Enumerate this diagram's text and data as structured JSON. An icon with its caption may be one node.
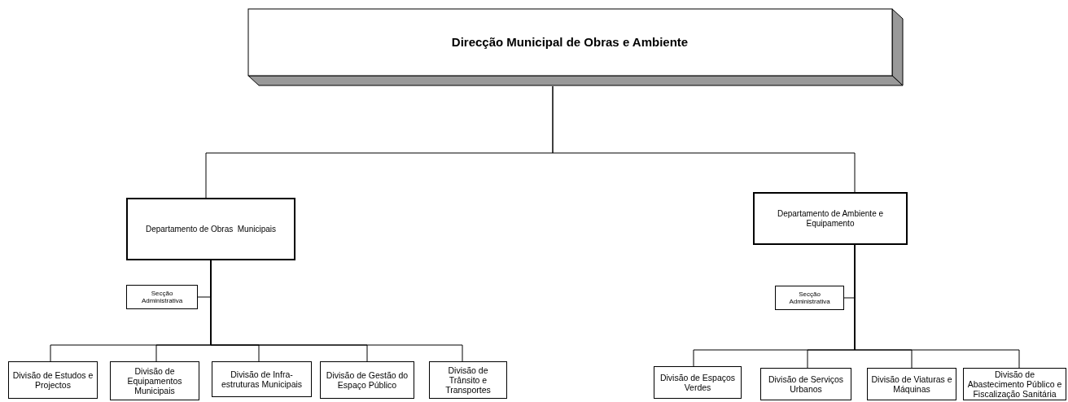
{
  "diagram": {
    "nodes": [
      {
        "text": [
          "Direcção Municipal de Obras e Ambiente"
        ]
      },
      {
        "text": [
          "Departamento de Obras  Municipais"
        ]
      },
      {
        "text": [
          "Secção Administrativa"
        ]
      },
      {
        "text": [
          "Divisão de Estudos e Projectos"
        ]
      },
      {
        "text": [
          "Divisão de Equipamentos Municipais"
        ]
      },
      {
        "text": [
          "Divisão de Infra-estruturas Municipais"
        ]
      },
      {
        "text": [
          "Divisão de Gestão do Espaço Público"
        ]
      },
      {
        "text": [
          "Divisão de Trânsito e Transportes"
        ]
      },
      {
        "text": [
          "Departamento de Ambiente e Equipamento"
        ]
      },
      {
        "text": [
          "Secção Administrativa"
        ]
      },
      {
        "text": [
          "Divisão de Espaços Verdes"
        ]
      },
      {
        "text": [
          "Divisão de Serviços Urbanos"
        ]
      },
      {
        "text": [
          "Divisão de Viaturas e Máquinas"
        ]
      },
      {
        "text": [
          "Divisão de Abastecimento Público e Fiscalização Sanitária"
        ]
      }
    ],
    "edges": [
      {
        "from": 0,
        "to": 1,
        "arrow": "none"
      },
      {
        "from": 0,
        "to": 8,
        "arrow": "none"
      },
      {
        "from": 1,
        "to": 2,
        "arrow": "none"
      },
      {
        "from": 1,
        "to": 3,
        "arrow": "none"
      },
      {
        "from": 1,
        "to": 4,
        "arrow": "none"
      },
      {
        "from": 1,
        "to": 5,
        "arrow": "none"
      },
      {
        "from": 1,
        "to": 6,
        "arrow": "none"
      },
      {
        "from": 1,
        "to": 7,
        "arrow": "none"
      },
      {
        "from": 8,
        "to": 9,
        "arrow": "none"
      },
      {
        "from": 8,
        "to": 10,
        "arrow": "none"
      },
      {
        "from": 8,
        "to": 11,
        "arrow": "none"
      },
      {
        "from": 8,
        "to": 12,
        "arrow": "none"
      },
      {
        "from": 8,
        "to": 13,
        "arrow": "none"
      }
    ]
  }
}
